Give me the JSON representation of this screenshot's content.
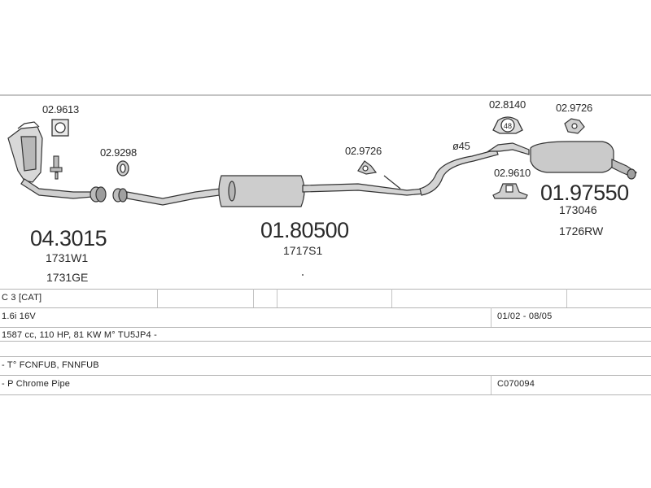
{
  "parts": {
    "front_pipe": {
      "number": "04.3015",
      "codes": [
        "1731W1",
        "1731GE"
      ]
    },
    "middle_silencer": {
      "number": "01.80500",
      "code": "1717S1"
    },
    "rear_silencer": {
      "number": "01.97550",
      "codes": [
        "173046",
        "1726RW"
      ]
    }
  },
  "fittings": {
    "gasket_a": "02.9613",
    "clamp_a": "02.9298",
    "rubber_a": "02.9726",
    "rubber_b": "02.9726",
    "bracket": "02.8140",
    "bracket_number": "48",
    "hanger": "02.9610"
  },
  "pipe_diameter": "ø45",
  "table": {
    "model": "C 3  [CAT]",
    "engine": "1.6i 16V",
    "years": "01/02 - 08/05",
    "spec": "1587 cc, 110 HP, 81 KW M° TU5JP4 -",
    "engine_codes": "- T° FCNFUB, FNNFUB",
    "note": "- P Chrome Pipe",
    "note_code": "C070094"
  }
}
